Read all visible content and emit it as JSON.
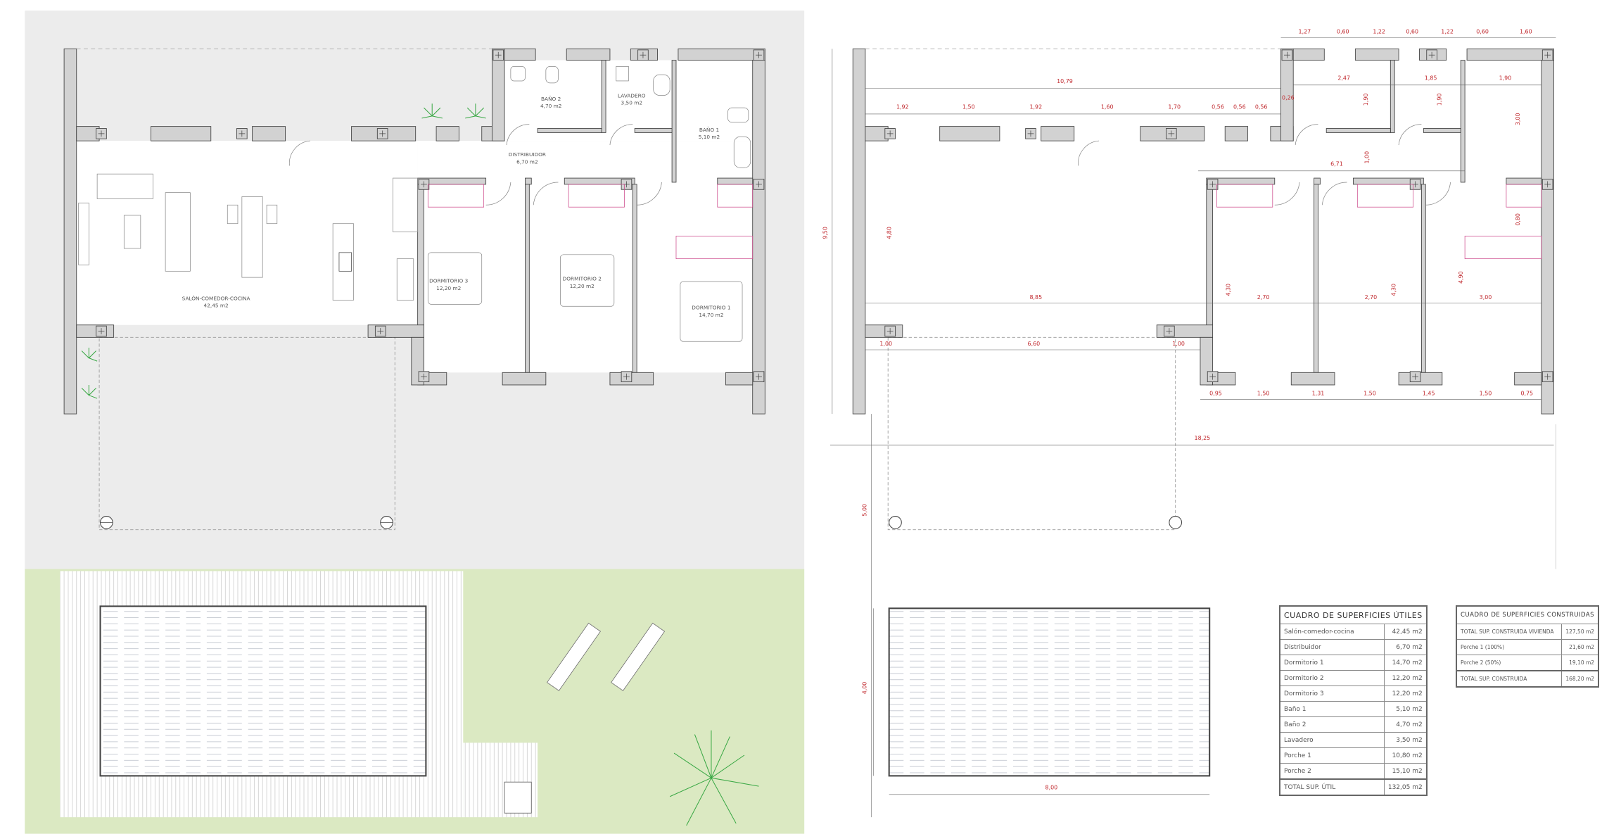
{
  "plan_left": {
    "rooms": [
      {
        "name": "BAÑO 2",
        "area": "4,70 m2"
      },
      {
        "name": "LAVADERO",
        "area": "3,50 m2"
      },
      {
        "name": "BAÑO 1",
        "area": "5,10 m2"
      },
      {
        "name": "DISTRIBUIDOR",
        "area": "6,70 m2"
      },
      {
        "name": "DORMITORIO 3",
        "area": "12,20 m2"
      },
      {
        "name": "DORMITORIO 2",
        "area": "12,20 m2"
      },
      {
        "name": "DORMITORIO 1",
        "area": "14,70 m2"
      },
      {
        "name": "SALÓN-COMEDOR-COCINA",
        "area": "42,45 m2"
      }
    ]
  },
  "plan_right": {
    "dimensions": [
      "1,27",
      "0,60",
      "1,22",
      "0,60",
      "1,22",
      "0,60",
      "1,60",
      "10,79",
      "1,92",
      "1,50",
      "1,92",
      "1,60",
      "1,70",
      "0,56",
      "0,56",
      "0,56",
      "0,26",
      "2,47",
      "1,85",
      "1,90",
      "1,90",
      "1,90",
      "3,00",
      "1,00",
      "6,71",
      "9,50",
      "4,80",
      "0,80",
      "4,30",
      "4,30",
      "4,90",
      "8,85",
      "2,70",
      "2,70",
      "3,00",
      "1,00",
      "6,60",
      "1,00",
      "0,95",
      "1,50",
      "1,31",
      "1,50",
      "1,45",
      "1,50",
      "0,75",
      "18,25",
      "5,00",
      "4,00",
      "8,00"
    ]
  },
  "table_useful": {
    "title": "CUADRO DE SUPERFICIES ÚTILES",
    "rows": [
      [
        "Salón-comedor-cocina",
        "42,45 m2"
      ],
      [
        "Distribuidor",
        "6,70 m2"
      ],
      [
        "Dormitorio 1",
        "14,70 m2"
      ],
      [
        "Dormitorio 2",
        "12,20 m2"
      ],
      [
        "Dormitorio 3",
        "12,20 m2"
      ],
      [
        "Baño 1",
        "5,10 m2"
      ],
      [
        "Baño 2",
        "4,70 m2"
      ],
      [
        "Lavadero",
        "3,50 m2"
      ],
      [
        "Porche 1",
        "10,80 m2"
      ],
      [
        "Porche 2",
        "15,10 m2"
      ]
    ],
    "total": [
      "TOTAL SUP. ÚTIL",
      "132,05 m2"
    ]
  },
  "table_built": {
    "title": "CUADRO DE SUPERFICIES CONSTRUIDAS",
    "rows": [
      [
        "TOTAL SUP. CONSTRUIDA VIVIENDA",
        "127,50 m2"
      ],
      [
        "Porche 1 (100%)",
        "21,60 m2"
      ],
      [
        "Porche 2 (50%)",
        "19,10 m2"
      ]
    ],
    "total": [
      "TOTAL SUP. CONSTRUIDA",
      "168,20 m2"
    ]
  },
  "colors": {
    "background_panel": "#ececec",
    "lawn": "#dbe9c2",
    "wall": "#d2d2d2",
    "dimension": "#c0282d",
    "plant": "#3aa845"
  }
}
